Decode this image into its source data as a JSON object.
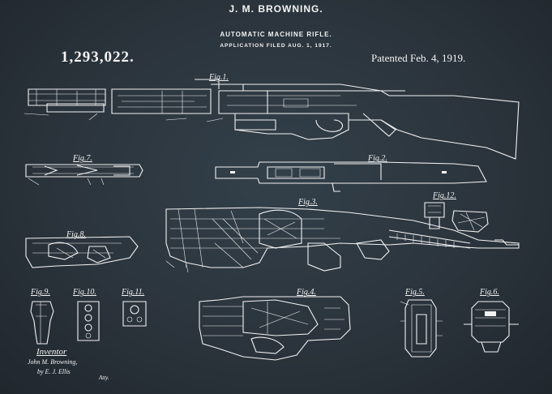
{
  "header": {
    "inventor_name": "J. M. BROWNING.",
    "title": "AUTOMATIC MACHINE RIFLE.",
    "filed": "APPLICATION FILED AUG. 1, 1917.",
    "patent_number": "1,293,022.",
    "patent_date": "Patented Feb. 4, 1919."
  },
  "figures": {
    "fig1": "Fig.1.",
    "fig2": "Fig.2.",
    "fig3": "Fig.3.",
    "fig4": "Fig.4.",
    "fig5": "Fig.5.",
    "fig6": "Fig.6.",
    "fig7": "Fig.7.",
    "fig8": "Fig.8.",
    "fig9": "Fig.9.",
    "fig10": "Fig.10.",
    "fig11": "Fig.11.",
    "fig12": "Fig.12."
  },
  "footer": {
    "inventor_label": "Inventor",
    "signature": "John M. Browning,",
    "attorney": "by E. J. Ellis",
    "attorney_suffix": "Atty."
  },
  "colors": {
    "background": "#2b343c",
    "ink": "#f2f2f2"
  }
}
